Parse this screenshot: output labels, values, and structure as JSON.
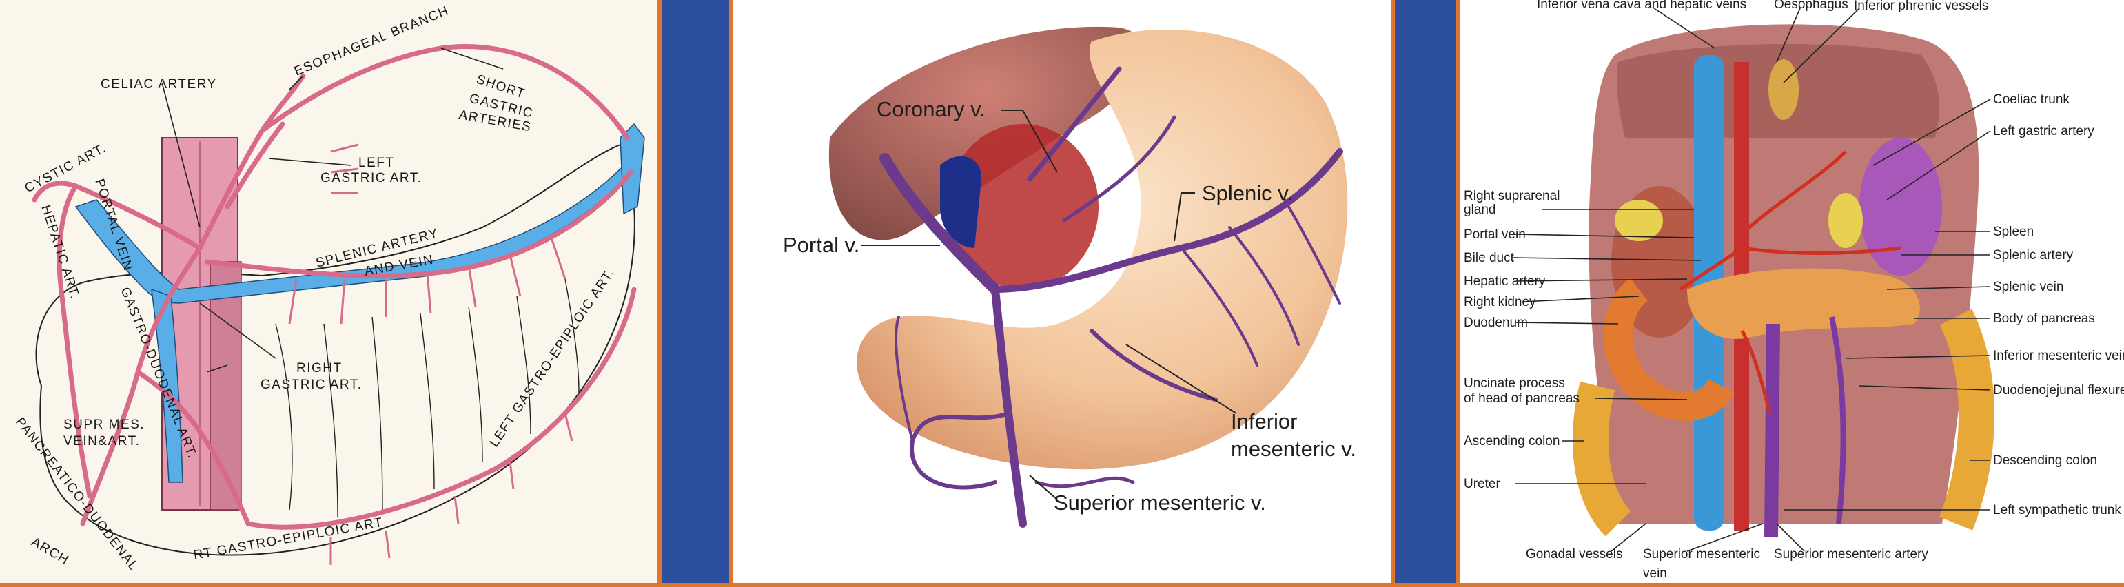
{
  "panels": [
    {
      "id": "arteries-and-veins-sketch",
      "labels": {
        "celiac_artery": "CELIAC ARTERY",
        "esophageal_branch": "ESOPHAGEAL BRANCH",
        "short_gastric_1": "SHORT",
        "short_gastric_2": "GASTRIC",
        "short_gastric_3": "ARTERIES",
        "cystic_art": "CYSTIC ART.",
        "portal_vein": "PORTAL VEIN",
        "hepatic_art": "HEPATIC ART.",
        "left_gastric_1": "LEFT",
        "left_gastric_2": "GASTRIC ART.",
        "splenic_artery": "SPLENIC ARTERY",
        "and_vein": "AND VEIN",
        "gastro_duodenal": "GASTRO-DUODENAL ART.",
        "right_gastric_1": "RIGHT",
        "right_gastric_2": "GASTRIC ART.",
        "sup_mes_1": "SUPR MES.",
        "sup_mes_2": "VEIN&ART.",
        "left_gastro_epiploic": "LEFT GASTRO-EPIPLOIC ART.",
        "pancreatico_duodenal_1": "PANCREATICO-DUODENAL",
        "pancreatico_duodenal_2": "ARCH",
        "rt_gastro_epiploic": "RT GASTRO-EPIPLOIC ART"
      }
    },
    {
      "id": "portal-venous-illustration",
      "labels": {
        "coronary": "Coronary v.",
        "portal": "Portal v.",
        "splenic": "Splenic v.",
        "inferior_mes_1": "Inferior",
        "inferior_mes_2": "mesenteric v.",
        "superior_mes": "Superior mesenteric v."
      }
    },
    {
      "id": "posterior-abdominal-wall",
      "labels": {
        "ivc_hepatic": "Inferior vena cava and hepatic veins",
        "oesophagus": "Oesophagus",
        "inferior_phrenic": "Inferior phrenic vessels",
        "coeliac_trunk": "Coeliac trunk",
        "left_gastric": "Left gastric artery",
        "right_suprarenal_1": "Right  suprarenal",
        "right_suprarenal_2": "gland",
        "portal_vein": "Portal vein",
        "bile_duct": "Bile duct",
        "hepatic_artery": "Hepatic artery",
        "right_kidney": "Right  kidney",
        "duodenum": "Duodenum",
        "spleen": "Spleen",
        "splenic_artery": "Splenic artery",
        "splenic_vein": "Splenic vein",
        "body_of_pancreas": "Body of pancreas",
        "inferior_mesenteric_vein": "Inferior mesenteric vein",
        "uncinate_1": "Uncinate process",
        "uncinate_2": "of head of pancreas",
        "duodenojejunal": "Duodenojejunal flexure",
        "ascending_colon": "Ascending colon",
        "descending_colon": "Descending colon",
        "ureter": "Ureter",
        "left_sympathetic": "Left sympathetic trunk",
        "gonadal": "Gonadal vessels",
        "superior_mes_vein_1": "Superior mesenteric",
        "superior_mes_vein_2": "vein",
        "superior_mes_artery": "Superior mesenteric artery"
      }
    }
  ]
}
